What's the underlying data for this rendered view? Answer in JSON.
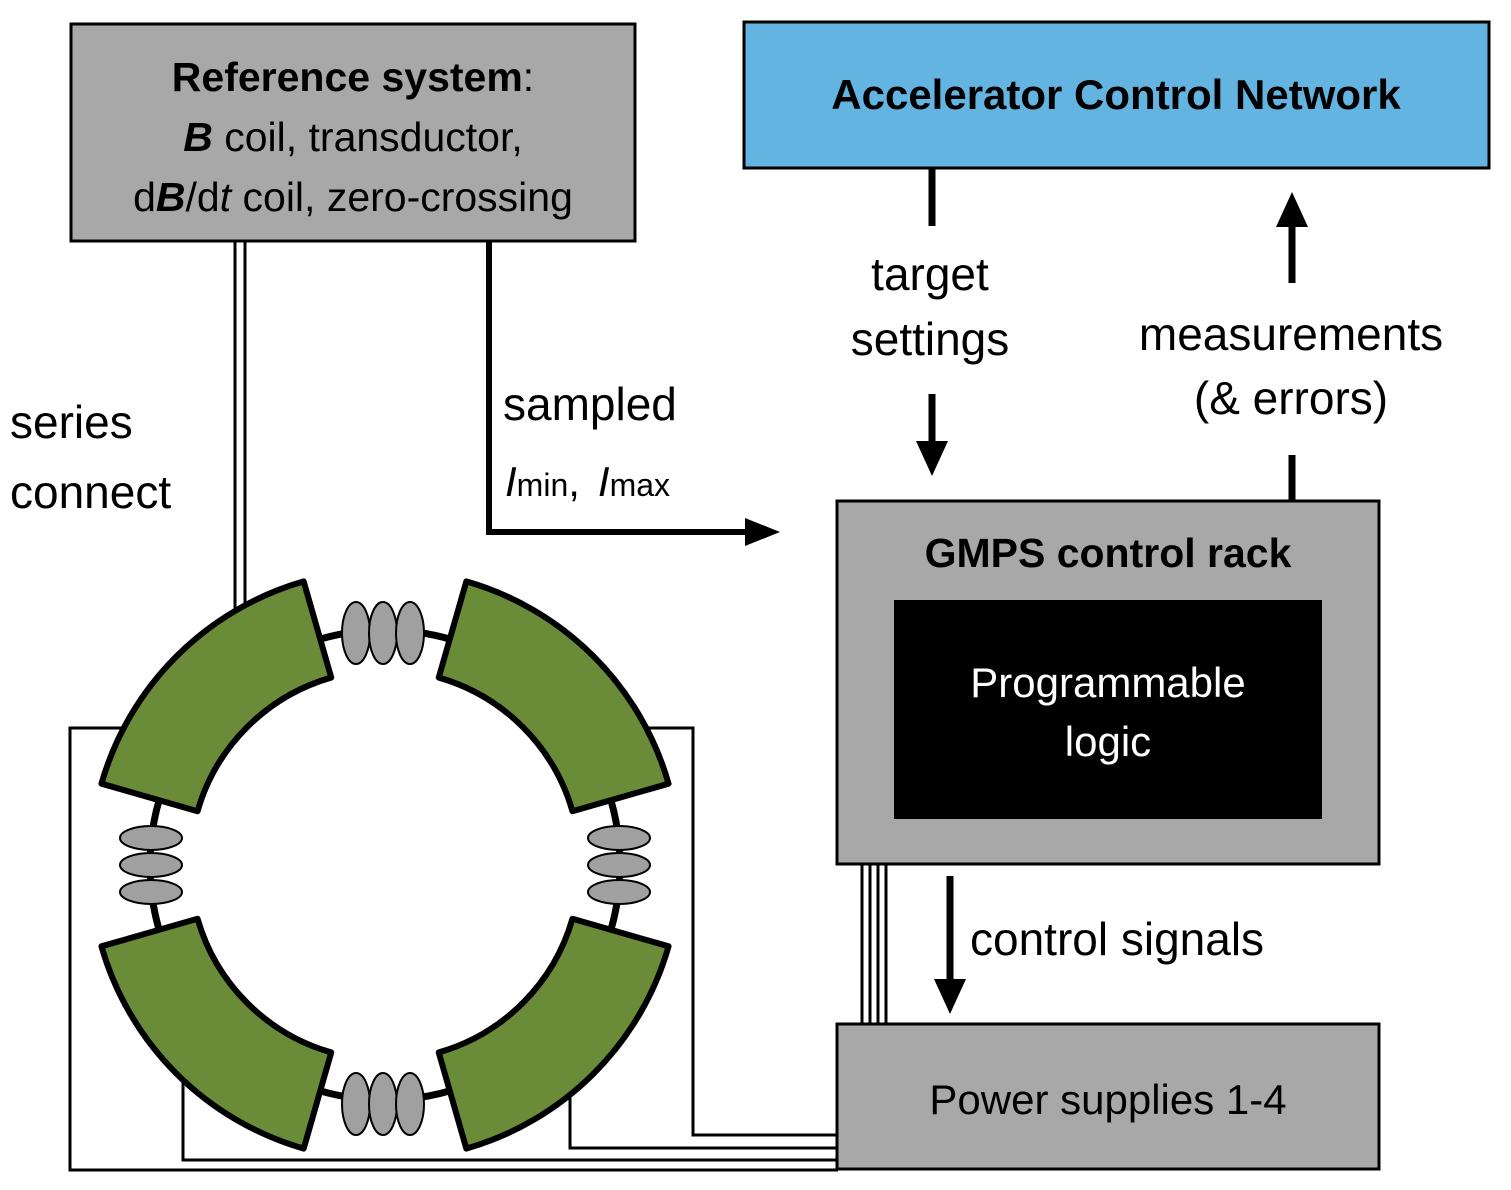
{
  "reference_system": {
    "title": "Reference system",
    "title_suffix": ":",
    "line2_bold": "B",
    "line2_rest": " coil, transductor,",
    "line3_prefix": "d",
    "line3_bold": "B",
    "line3_slash": "/d",
    "line3_italic": "t",
    "line3_rest": " coil, zero-crossing"
  },
  "acn": {
    "title": "Accelerator Control Network"
  },
  "gmps": {
    "title": "GMPS control rack"
  },
  "logic": {
    "line1": "Programmable",
    "line2": "logic"
  },
  "power": {
    "title": "Power supplies 1-4"
  },
  "labels": {
    "series_1": "series",
    "series_2": "connect",
    "sampled": "sampled",
    "i_symbol": "I",
    "i_min_sub": "min",
    "i_sep": ",",
    "i_max_sub": "max",
    "target_1": "target",
    "target_2": "settings",
    "meas_1": "measurements",
    "meas_2": "(& errors)",
    "control": "control signals"
  },
  "colors": {
    "acn_fill": "#64b4e1",
    "grey_fill": "#a8a8a8",
    "logic_fill": "#000000",
    "magnet_fill": "#6a8c38",
    "quad_fill": "#a0a0a0"
  }
}
